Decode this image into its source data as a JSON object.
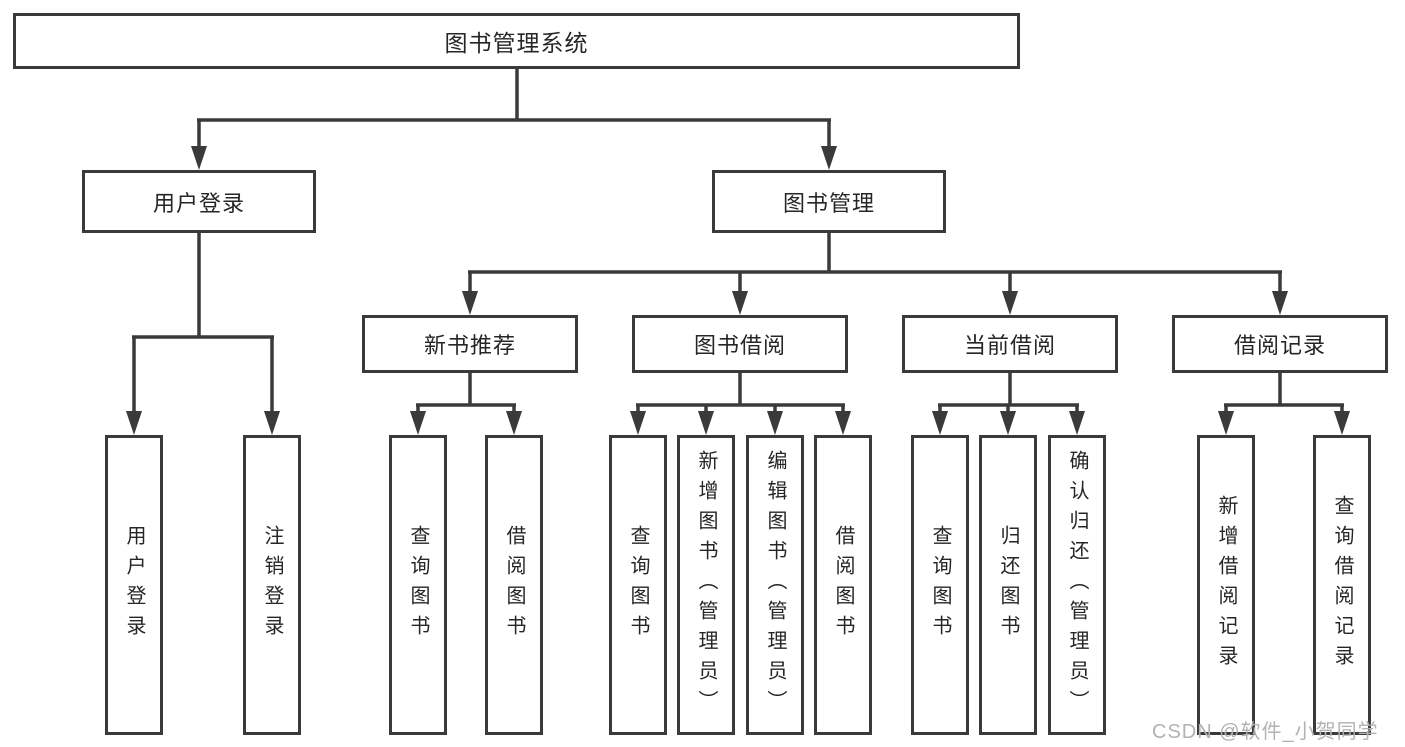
{
  "colors": {
    "line": "#3a3a3a",
    "text": "#262626",
    "background": "#ffffff",
    "watermark": "#b2b2b2"
  },
  "root": {
    "label": "图书管理系统"
  },
  "level2": {
    "user_login": "用户登录",
    "book_mgmt": "图书管理"
  },
  "level3": {
    "new_book_rec": "新书推荐",
    "book_borrow": "图书借阅",
    "current_borrow": "当前借阅",
    "borrow_records": "借阅记录"
  },
  "leaves": {
    "user_login": "用户登录",
    "logout": "注销登录",
    "rec_query_books": "查询图书",
    "rec_borrow_books": "借阅图书",
    "borrow_query_books": "查询图书",
    "borrow_add_book_admin": "新增图书（管理员）",
    "borrow_edit_book_admin": "编辑图书（管理员）",
    "borrow_borrow_books": "借阅图书",
    "current_query_books": "查询图书",
    "current_return_book": "归还图书",
    "current_confirm_return_admin": "确认归还（管理员）",
    "records_add_record": "新增借阅记录",
    "records_query_record": "查询借阅记录"
  },
  "watermark": "CSDN @软件_小贺同学"
}
